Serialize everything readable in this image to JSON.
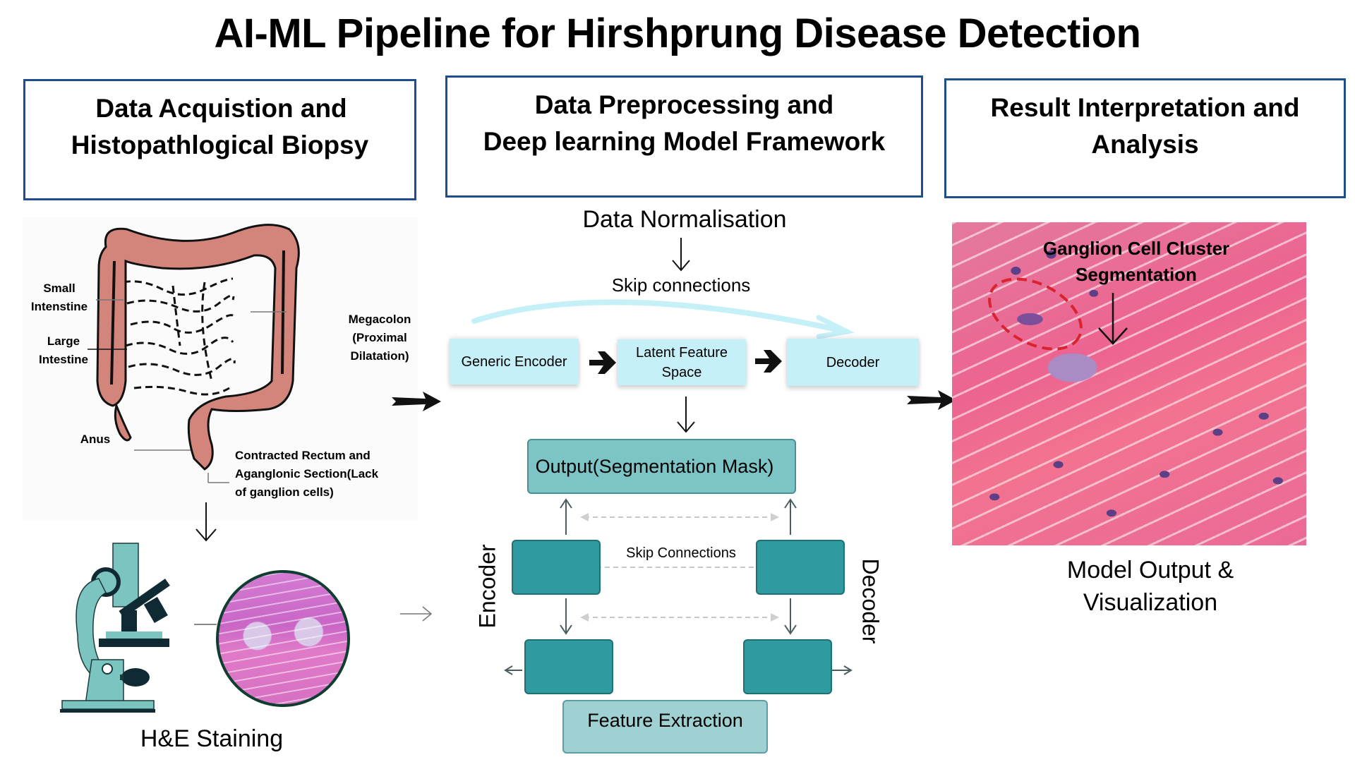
{
  "title": "AI-ML Pipeline  for Hirshprung Disease Detection",
  "stages": [
    {
      "line1": "Data Acquistion and",
      "line2": "Histopathlogical Biopsy"
    },
    {
      "line1": "Data Preprocessing and",
      "line2": "Deep learning Model Framework"
    },
    {
      "line1": "Result Interpretation and",
      "line2": "Analysis"
    }
  ],
  "anatomy": {
    "small_intestine": [
      "Small",
      "Intenstine"
    ],
    "large_intestine": [
      "Large",
      "Intestine"
    ],
    "megacolon": [
      "Megacolon",
      "(Proximal",
      "Dilatation)"
    ],
    "anus": "Anus",
    "rectum": [
      "Contracted Rectum and",
      "Aganglonic Section(Lack",
      "of ganglion cells)"
    ]
  },
  "he_staining_caption": "H&E Staining",
  "model": {
    "data_normalisation": "Data Normalisation",
    "skip_connections_top": "Skip connections",
    "generic_encoder": "Generic Encoder",
    "latent_space": [
      "Latent Feature",
      "Space"
    ],
    "decoder": "Decoder",
    "output_mask": "Output(Segmentation Mask)",
    "skip_connections_mid": "Skip Connections",
    "encoder_label": "Encoder",
    "decoder_label": "Decoder",
    "feature_extraction": "Feature Extraction"
  },
  "result": {
    "annotation": [
      "Ganglion Cell Cluster",
      "Segmentation"
    ],
    "caption": [
      "Model Output &",
      "Visualization"
    ]
  },
  "colors": {
    "stage_border": "#1f4e8c",
    "light_box": "#c6f0f7",
    "teal_dark": "#2f9aa0",
    "teal_mid": "#7cc4c6",
    "colon": "#d4857b",
    "tissue_pink": "#e9648f",
    "segmentation_outline": "#d9232e"
  }
}
